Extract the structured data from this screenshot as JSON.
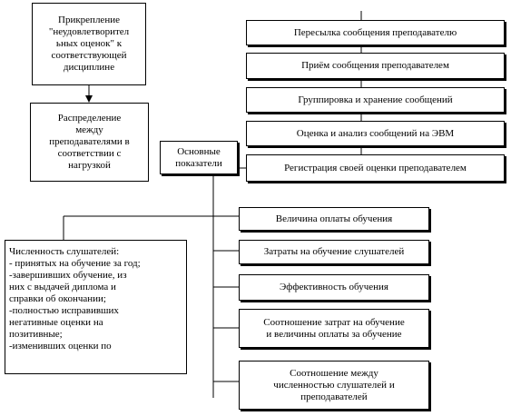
{
  "boxes": {
    "assign": "Прикрепление\n\"неудовлетворител\nьных оценок\" к\nсоответствующей\nдисциплине",
    "distribute": "Распределение\nмежду\nпреподавателями в\nсоответствии с\nнагрузкой",
    "main": "Основные\nпоказатели",
    "forward": "Пересылка сообщения преподавателю",
    "receive": "Приём сообщения преподавателем",
    "group": "Группировка и хранение сообщений",
    "evaluate": "Оценка и анализ сообщений на ЭВМ",
    "register": "Регистрация своей оценки преподавателем",
    "fee": "Величина оплаты обучения",
    "costs": "Затраты на обучение слушателей",
    "efficiency": "Эффективность обучения",
    "ratio_costs": "Соотношение затрат на обучение\nи величины оплаты за обучение",
    "ratio_people": "Соотношение между\nчисленностью слушателей и\nпреподавателей",
    "students": "Численность слушателей:\n- принятых на обучение за год;\n-завершивших обучение, из\nних с выдачей диплома и\nсправки об окончании;\n-полностью исправивших\nнегативные оценки на\nпозитивные;\n-изменивших оценки по"
  }
}
